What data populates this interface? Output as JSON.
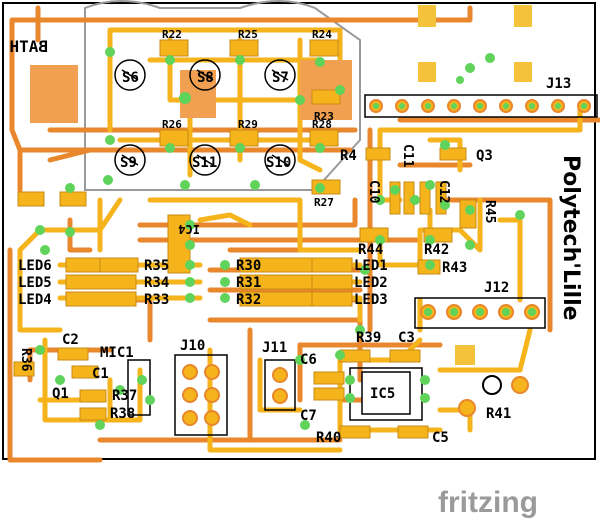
{
  "board": {
    "brand_title": "Polytech'Lille",
    "mirrored_label": "BATH",
    "colors": {
      "board": "#ffffff",
      "outline": "#000000",
      "copper_top": "#f5b31c",
      "copper_bottom": "#e8872c",
      "via": "#5fd35a",
      "pad": "#f5c33b"
    }
  },
  "refs": {
    "r22": "R22",
    "r25": "R25",
    "r24": "R24",
    "r26": "R26",
    "r29": "R29",
    "r28": "R28",
    "r23": "R23",
    "r27": "R27",
    "s6": "S6",
    "s8": "S8",
    "s7": "S7",
    "s9": "S9",
    "s11": "S11",
    "s10": "S10",
    "j13": "J13",
    "j12": "J12",
    "j10": "J10",
    "j11": "J11",
    "q3": "Q3",
    "r4": "R4",
    "c11": "C11",
    "c12": "C12",
    "c10": "C10",
    "r45": "R45",
    "r44": "R44",
    "r42": "R42",
    "r43": "R43",
    "led6": "LED6",
    "led5": "LED5",
    "led4": "LED4",
    "led1": "LED1",
    "led2": "LED2",
    "led3": "LED3",
    "r35": "R35",
    "r34": "R34",
    "r33": "R33",
    "r30": "R30",
    "r31": "R31",
    "r32": "R32",
    "r39": "R39",
    "c3": "C3",
    "ic5": "IC5",
    "r41": "R41",
    "r40": "R40",
    "c5": "C5",
    "c6": "C6",
    "c7": "C7",
    "c2": "C2",
    "c1": "C1",
    "mic1": "MIC1",
    "r36": "R36",
    "q1": "Q1",
    "r37": "R37",
    "r38": "R38",
    "ic4": "IC4"
  },
  "footer": {
    "logo_text": "fritzing"
  }
}
